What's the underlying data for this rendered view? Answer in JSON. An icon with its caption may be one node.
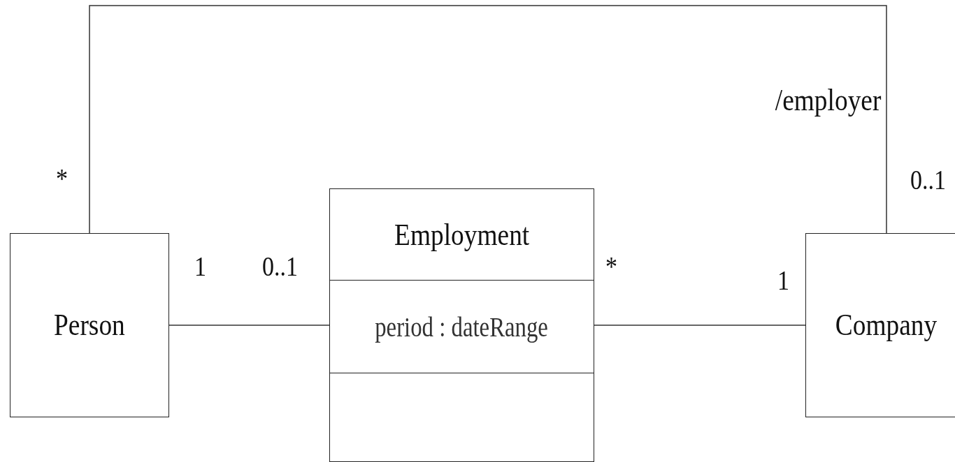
{
  "diagram": {
    "nodes": [
      {
        "text": [
          "Person"
        ]
      },
      {
        "text": [
          "Employment",
          "period : dateRange"
        ]
      },
      {
        "text": [
          "Company"
        ]
      }
    ],
    "edges": [
      {
        "from": 0,
        "to": 1,
        "arrow": "none"
      },
      {
        "from": 1,
        "to": 2,
        "arrow": "none"
      },
      {
        "from": 0,
        "to": 2,
        "arrow": "none",
        "label": "/employer"
      }
    ],
    "labels": [
      "*",
      "0..1",
      "1",
      "0..1",
      "*",
      "1"
    ]
  }
}
